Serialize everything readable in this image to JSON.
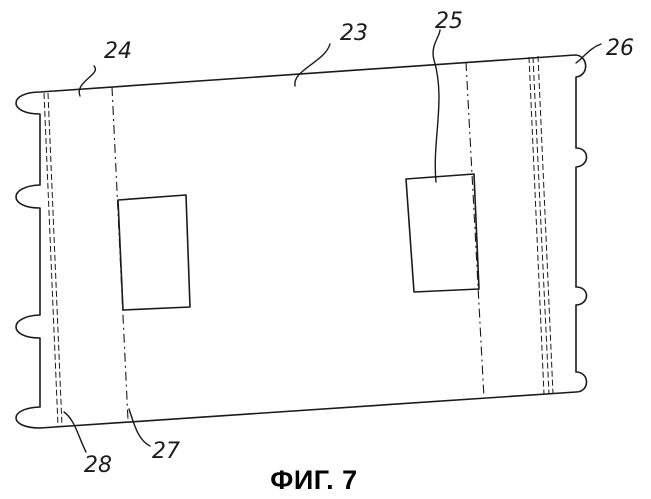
{
  "figure": {
    "caption": "ФИГ. 7",
    "reference_numerals": {
      "panel": "23",
      "left_band": "24",
      "window": "25",
      "tab": "26",
      "fold_line": "27",
      "seam": "28"
    },
    "colors": {
      "ink": "#1a1a1a",
      "background": "#ffffff"
    }
  }
}
